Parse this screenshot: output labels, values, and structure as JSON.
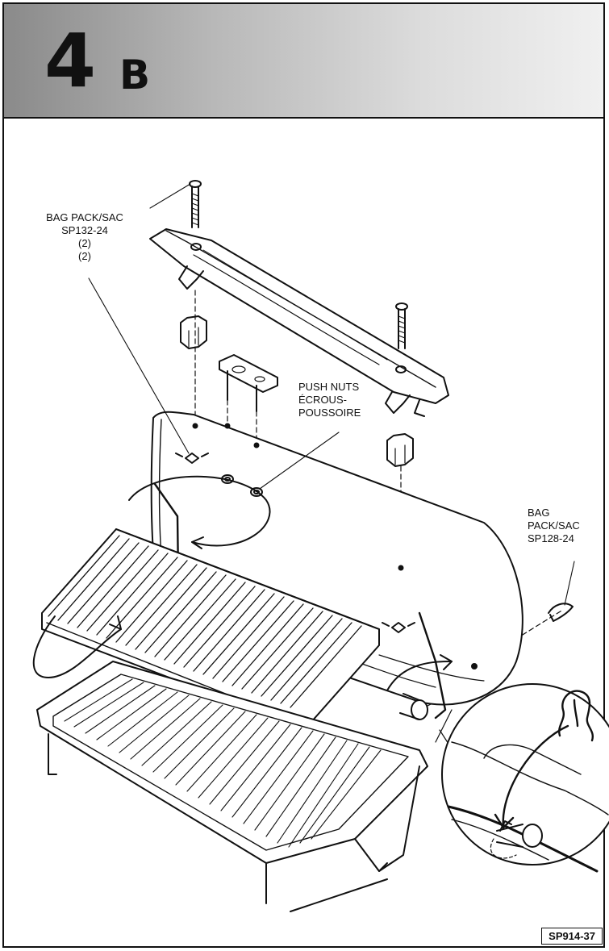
{
  "header": {
    "step_number": "4",
    "step_letter": "B"
  },
  "callouts": {
    "bag_pack_1": [
      "BAG PACK/SAC",
      "SP132-24",
      "(2)",
      "(2)"
    ],
    "push_nuts": [
      "PUSH NUTS",
      "ÉCROUS-",
      "POUSSOIRE"
    ],
    "bag_pack_2": [
      "BAG",
      "PACK/SAC",
      "SP128-24"
    ]
  },
  "footer": {
    "reference_code": "SP914-37"
  }
}
